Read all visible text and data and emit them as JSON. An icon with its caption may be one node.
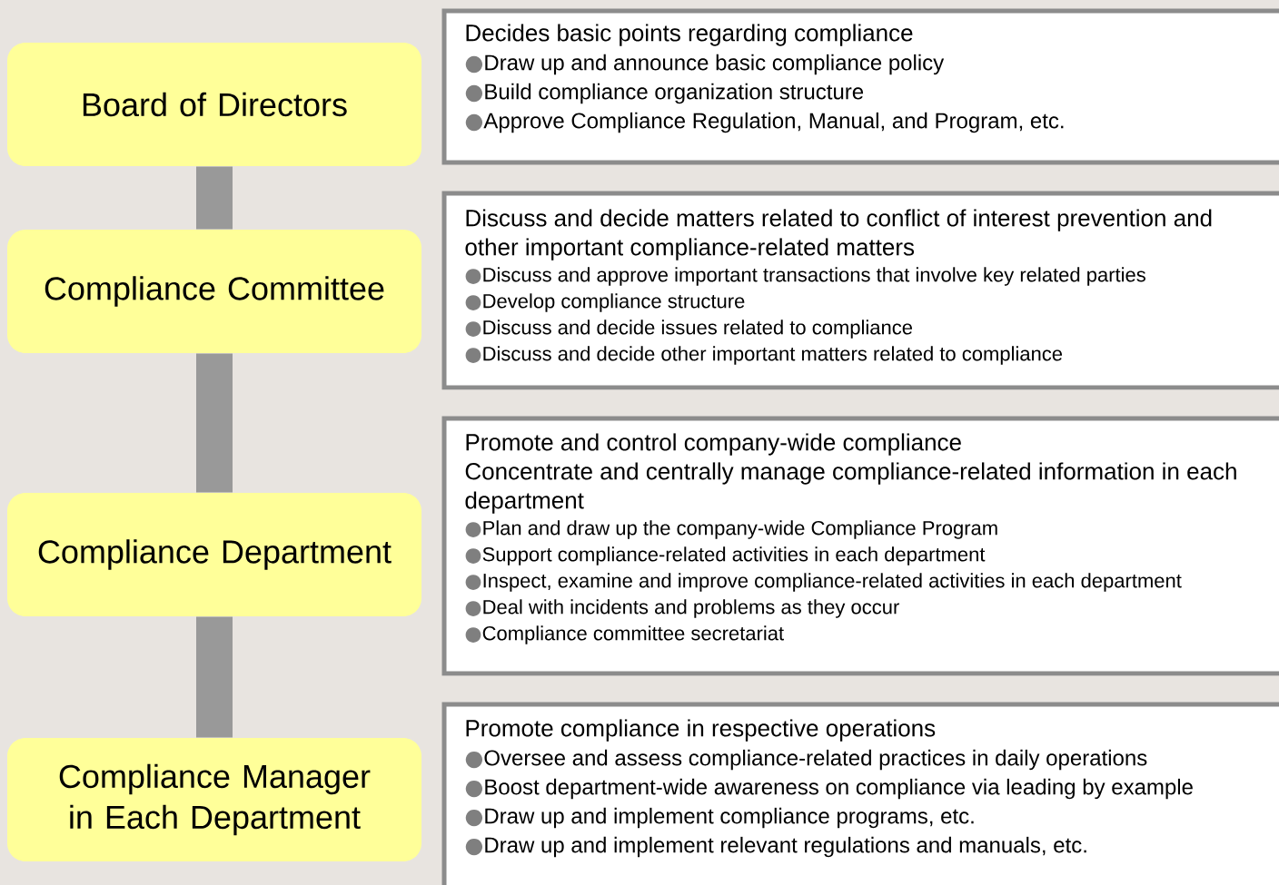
{
  "diagram": {
    "nodes": [
      {
        "text": [
          "Board of Directors"
        ]
      },
      {
        "text": [
          "Compliance Committee"
        ]
      },
      {
        "text": [
          "Compliance Department"
        ]
      },
      {
        "text": [
          "Compliance Manager in Each Department"
        ]
      },
      {
        "text": [
          "Decides basic points regarding compliance",
          "●Draw up and announce basic compliance policy",
          "●Build compliance organization structure",
          "●Approve Compliance Regulation, Manual, and Program, etc."
        ]
      },
      {
        "text": [
          "Discuss and decide matters related to conflict of interest prevention and other important compliance-related matters",
          "●Discuss and approve important transactions that involve key related parties",
          "●Develop compliance structure",
          "●Discuss and decide issues related to compliance",
          "●Discuss and decide other important matters related to compliance"
        ]
      },
      {
        "text": [
          "Promote and control company-wide compliance",
          "Concentrate and centrally manage compliance-related information in each department",
          "●Plan and draw up the company-wide Compliance Program",
          "●Support compliance-related activities in each department",
          "●Inspect, examine and improve compliance-related activities in each department",
          "●Deal with incidents and problems as they occur",
          "●Compliance committee secretariat"
        ]
      },
      {
        "text": [
          "Promote compliance in respective operations",
          "●Oversee and assess compliance-related practices in daily operations",
          "●Boost department-wide awareness on compliance via leading by example",
          "●Draw up and implement compliance programs, etc.",
          "●Draw up and implement relevant regulations and manuals, etc."
        ]
      }
    ],
    "edges": [
      {
        "from": 0,
        "to": 1,
        "arrow": "none"
      },
      {
        "from": 1,
        "to": 2,
        "arrow": "none"
      },
      {
        "from": 2,
        "to": 3,
        "arrow": "none"
      }
    ]
  }
}
